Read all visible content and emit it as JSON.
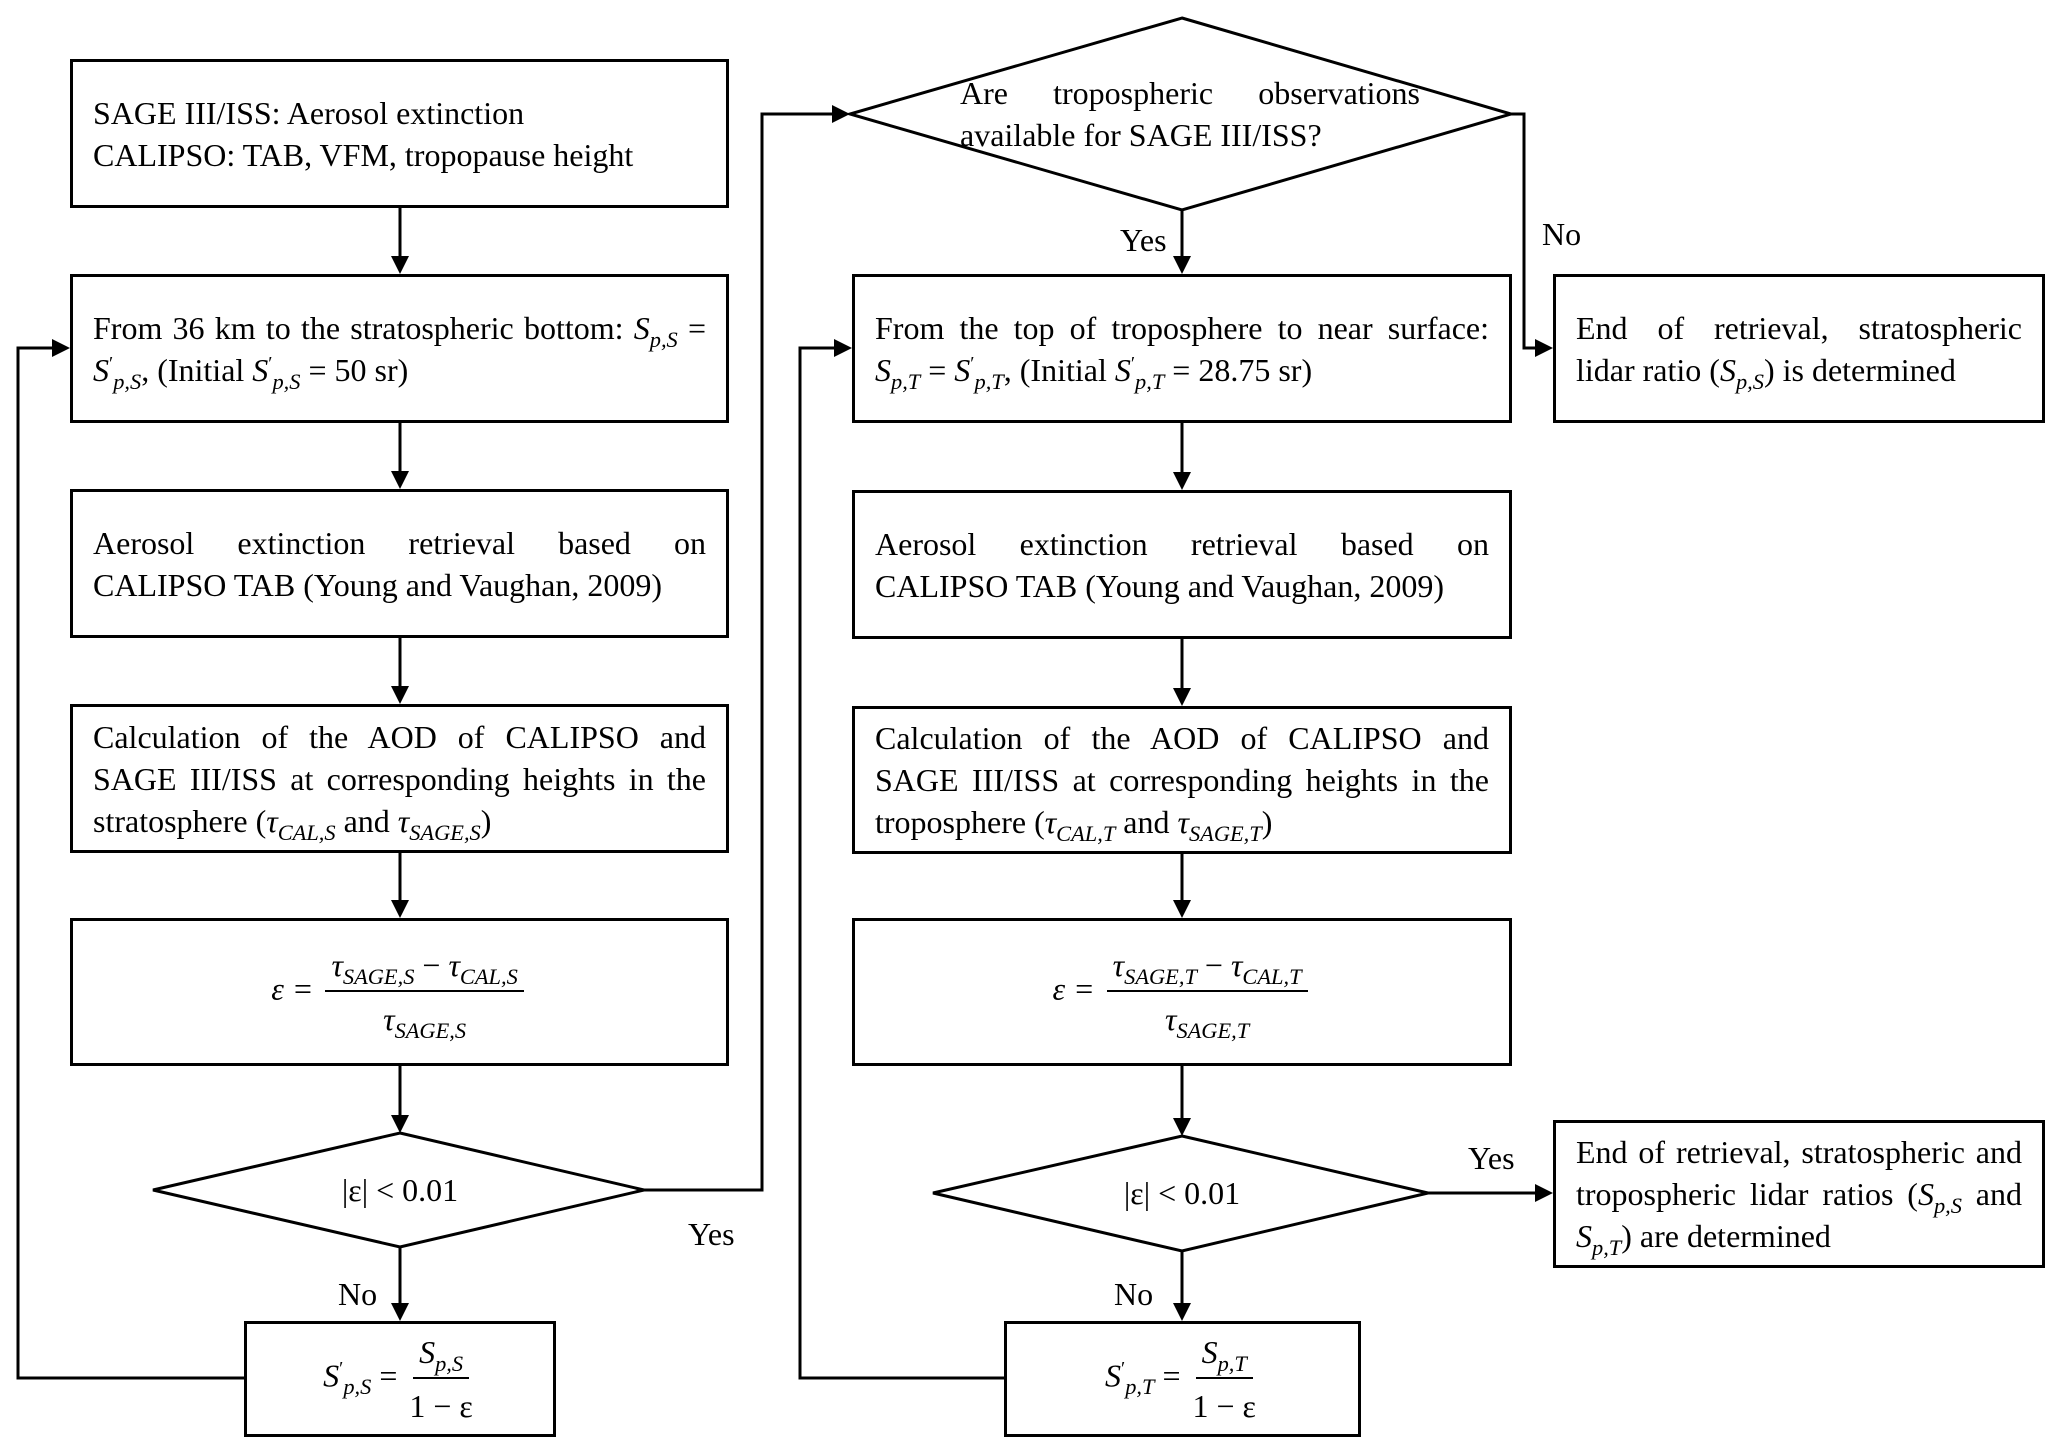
{
  "diagram": {
    "type": "flowchart",
    "left_column": {
      "input_box": {
        "line1": "SAGE III/ISS: Aerosol extinction",
        "line2": "CALIPSO: TAB, VFM, tropopause height"
      },
      "init_box": {
        "text_a": "From 36 km to the stratospheric bottom: ",
        "symbol_S": "S",
        "sub_pS": "p,S",
        "eq": " = ",
        "prime": "′",
        "text_b": ", (Initial ",
        "text_c": " = 50 sr)"
      },
      "retrieval_box": {
        "text": "Aerosol extinction retrieval based on CALIPSO TAB (Young and Vaughan, 2009)"
      },
      "aod_box": {
        "text_a": "Calculation of the AOD of CALIPSO and SAGE III/ISS at corresponding heights in the stratosphere (",
        "tau": "τ",
        "sub_cal": "CAL,S",
        "text_and": " and ",
        "sub_sage": "SAGE,S",
        "text_end": ")"
      },
      "epsilon_box": {
        "lhs": "ε = ",
        "tau": "τ",
        "num_sub1": "SAGE,S",
        "minus": " − ",
        "num_sub2": "CAL,S",
        "den_sub": "SAGE,S"
      },
      "decision": {
        "text": "|ε| < 0.01",
        "yes_label": "Yes",
        "no_label": "No"
      },
      "update_box": {
        "symbol_S": "S",
        "prime": "′",
        "sub": "p,S",
        "eq": " = ",
        "num_sub": "p,S",
        "den": "1 − ε"
      }
    },
    "top_decision": {
      "text": "Are tropospheric observations available for SAGE III/ISS?",
      "yes_label": "Yes",
      "no_label": "No"
    },
    "right_column": {
      "init_box": {
        "text_a": "From the top of troposphere to near surface: ",
        "symbol_S": "S",
        "sub_pT": "p,T",
        "eq": " = ",
        "prime": "′",
        "text_b": ", (Initial ",
        "text_c": " = 28.75 sr)"
      },
      "retrieval_box": {
        "text": "Aerosol extinction retrieval based on CALIPSO TAB (Young and Vaughan, 2009)"
      },
      "aod_box": {
        "text_a": "Calculation of the AOD of CALIPSO and SAGE III/ISS at corresponding heights in the troposphere (",
        "tau": "τ",
        "sub_cal": "CAL,T",
        "text_and": " and ",
        "sub_sage": "SAGE,T",
        "text_end": ")"
      },
      "epsilon_box": {
        "lhs": "ε = ",
        "tau": "τ",
        "num_sub1": "SAGE,T",
        "minus": " − ",
        "num_sub2": "CAL,T",
        "den_sub": "SAGE,T"
      },
      "decision": {
        "text": "|ε| < 0.01",
        "yes_label": "Yes",
        "no_label": "No"
      },
      "update_box": {
        "symbol_S": "S",
        "prime": "′",
        "sub": "p,T",
        "eq": " = ",
        "num_sub": "p,T",
        "den": "1 − ε"
      }
    },
    "end_boxes": {
      "stratospheric": {
        "text_a": "End of retrieval, stratospheric lidar ratio (",
        "symbol_S": "S",
        "sub": "p,S",
        "text_b": ") is determined"
      },
      "both": {
        "text_a": "End of retrieval, stratospheric and tropospheric lidar ratios (",
        "symbol_S": "S",
        "sub1": "p,S",
        "text_and": " and ",
        "sub2": "p,T",
        "text_b": ") are determined"
      }
    },
    "colors": {
      "stroke": "#000000",
      "background": "#ffffff",
      "text": "#000000"
    }
  }
}
